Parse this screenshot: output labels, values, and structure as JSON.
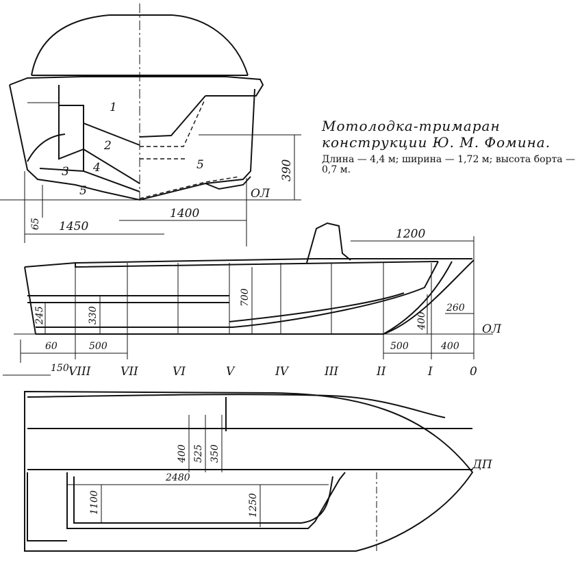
{
  "caption": {
    "title": "Мотолодка-тримаран конструкции Ю. М. Фомина.",
    "specs": "Длина — 4,4 м; ширина — 1,72 м; высота борта — 0,7 м."
  },
  "front_view": {
    "part_labels": [
      "1",
      "2",
      "3",
      "4",
      "5",
      "5"
    ],
    "baseline_label": "ОЛ",
    "dimensions": {
      "height": "390",
      "half_width_side": "1400",
      "half_width_total": "1450",
      "keel_rise": "65"
    }
  },
  "side_view": {
    "stations": [
      "VIII",
      "VII",
      "VI",
      "V",
      "IV",
      "III",
      "II",
      "I",
      "0"
    ],
    "baseline_label": "ОЛ",
    "dimensions": {
      "windshield_to_bow": "1200",
      "depth": "700",
      "chine_height": "330",
      "stern_step": "245",
      "bow_curve": "260",
      "bow_height": "400",
      "stern_offset": "60",
      "station_spacing_stern": "500",
      "stern_overhang": "150",
      "station_spacing_bow_1": "500",
      "station_spacing_bow_2": "400"
    }
  },
  "plan_view": {
    "centerline_label": "ДП",
    "dimensions": {
      "cockpit_length": "2480",
      "cockpit_width_aft": "1100",
      "cockpit_width_fwd": "1250",
      "deck_400": "400",
      "deck_525": "525",
      "deck_350": "350"
    }
  }
}
